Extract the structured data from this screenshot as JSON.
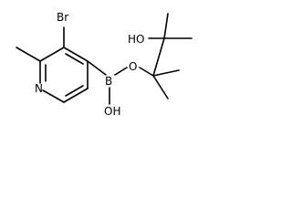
{
  "molecule": {
    "atom_labels": {
      "bromine": "Br",
      "nitrogen": "N",
      "boron": "B",
      "oxygen_ester": "O",
      "hydroxyl_boron": "OH",
      "hydroxyl_pinacol": "HO"
    },
    "colors": {
      "bond": "#000000",
      "label": "#000000",
      "background": "#ffffff"
    }
  }
}
